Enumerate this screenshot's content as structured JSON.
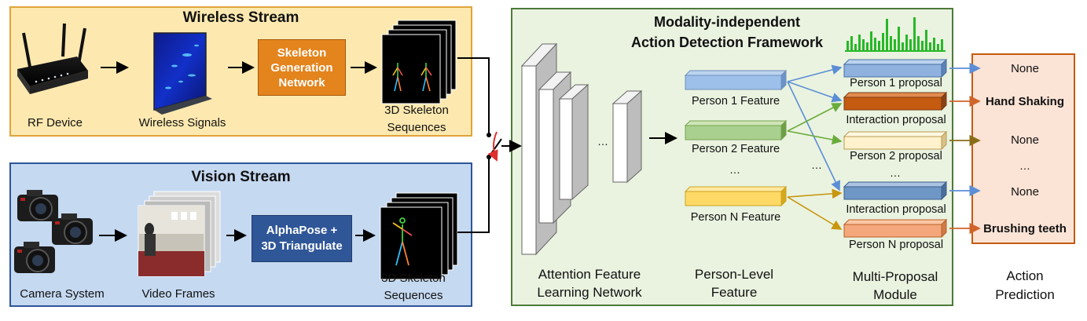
{
  "wireless": {
    "title": "Wireless Stream",
    "rf_device": "RF Device",
    "signals": "Wireless Signals",
    "network": [
      "Skeleton",
      "Generation",
      "Network"
    ],
    "skeleton": [
      "3D Skeleton",
      "Sequences"
    ]
  },
  "vision": {
    "title": "Vision Stream",
    "camera": "Camera System",
    "frames": "Video Frames",
    "method": [
      "AlphaPose +",
      "3D Triangulate"
    ],
    "skeleton": [
      "3D Skeleton",
      "Sequences"
    ]
  },
  "framework": {
    "title": [
      "Modality-independent",
      "Action Detection Framework"
    ],
    "attention": [
      "Attention Feature",
      "Learning Network"
    ],
    "person_level": [
      "Person-Level",
      "Feature"
    ],
    "multi_proposal": [
      "Multi-Proposal",
      "Module"
    ],
    "ellipsis": "…",
    "features": [
      "Person 1 Feature",
      "Person 2 Feature",
      "Person N Feature"
    ],
    "proposals": [
      "Person 1 proposal",
      "Interaction proposal",
      "Person 2 proposal",
      "Interaction proposal",
      "Person N proposal"
    ]
  },
  "prediction": {
    "title": [
      "Action",
      "Prediction"
    ],
    "items": [
      "None",
      "Hand Shaking",
      "None",
      "…",
      "None",
      "Brushing teeth"
    ]
  },
  "colors": {
    "wireless_bg": "#fde9b0",
    "wireless_border": "#e0a43a",
    "vision_bg": "#c5d9f1",
    "vision_border": "#2e5597",
    "framework_bg": "#eaf3e0",
    "framework_border": "#4d7a3a",
    "network_box": "#e3841d",
    "method_box": "#2f5697",
    "prediction_bg": "#fbe3d6",
    "prediction_border": "#c55a11"
  }
}
